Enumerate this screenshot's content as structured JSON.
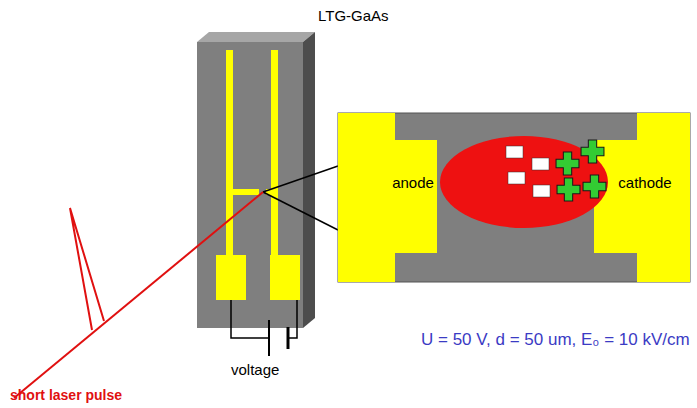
{
  "diagram": {
    "nodes": [
      {
        "text": [
          "anode"
        ]
      },
      {
        "text": [
          "cathode"
        ]
      }
    ],
    "labels": [
      "LTG-GaAs",
      "voltage",
      "U = 50 V, d = 50 um, E₀ = 10 kV/cm",
      "short laser pulse"
    ]
  }
}
